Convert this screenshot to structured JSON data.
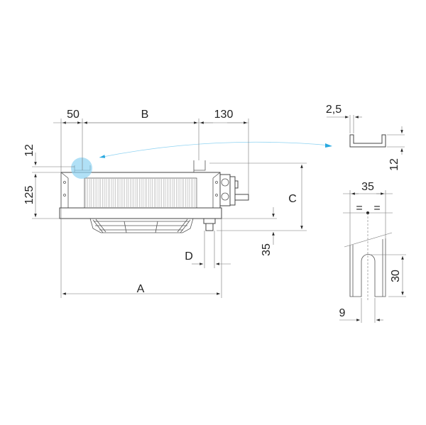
{
  "drawing": {
    "labels": {
      "dim_50": "50",
      "dim_B": "B",
      "dim_130": "130",
      "dim_12_left": "12",
      "dim_125": "125",
      "dim_C": "C",
      "dim_35_vertical": "35",
      "dim_D": "D",
      "dim_A": "A",
      "detail_2_5": "2,5",
      "detail_12": "12",
      "detail_35": "35",
      "detail_equal_left": "=",
      "detail_equal_right": "=",
      "detail_30": "30",
      "detail_9": "9"
    },
    "colors": {
      "highlight": "#8fd3f2",
      "arrow": "#29a9e0",
      "line": "#444444"
    }
  }
}
